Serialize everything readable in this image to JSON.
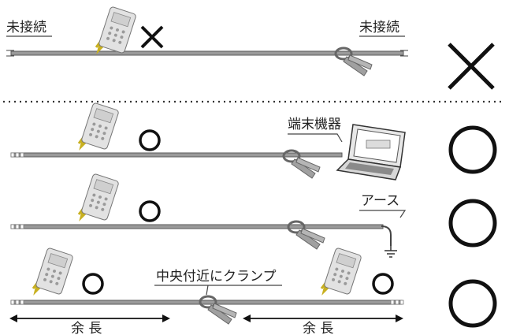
{
  "labels": {
    "unconnected_left": "未接続",
    "unconnected_right": "未接続",
    "terminal_device": "端末機器",
    "ground": "アース",
    "clamp_center": "中央付近にクランプ",
    "slack_left": "余 長",
    "slack_right": "余 長"
  },
  "rows": [
    {
      "case": "unconnected-both-ends",
      "verdict": "×",
      "tester_mark": "×"
    },
    {
      "case": "connected-to-terminal-device",
      "verdict": "○",
      "tester_mark": "○"
    },
    {
      "case": "connected-to-ground",
      "verdict": "○",
      "tester_mark": "○"
    },
    {
      "case": "clamp-near-center-with-slack",
      "verdict": "○",
      "tester_mark": "○"
    }
  ],
  "colors": {
    "cable": "#9a9a9a",
    "symbol": "#111111",
    "tester_body": "#e2e2e2",
    "tester_yellow": "#c8b020",
    "clamp": "#9c9c9c"
  }
}
